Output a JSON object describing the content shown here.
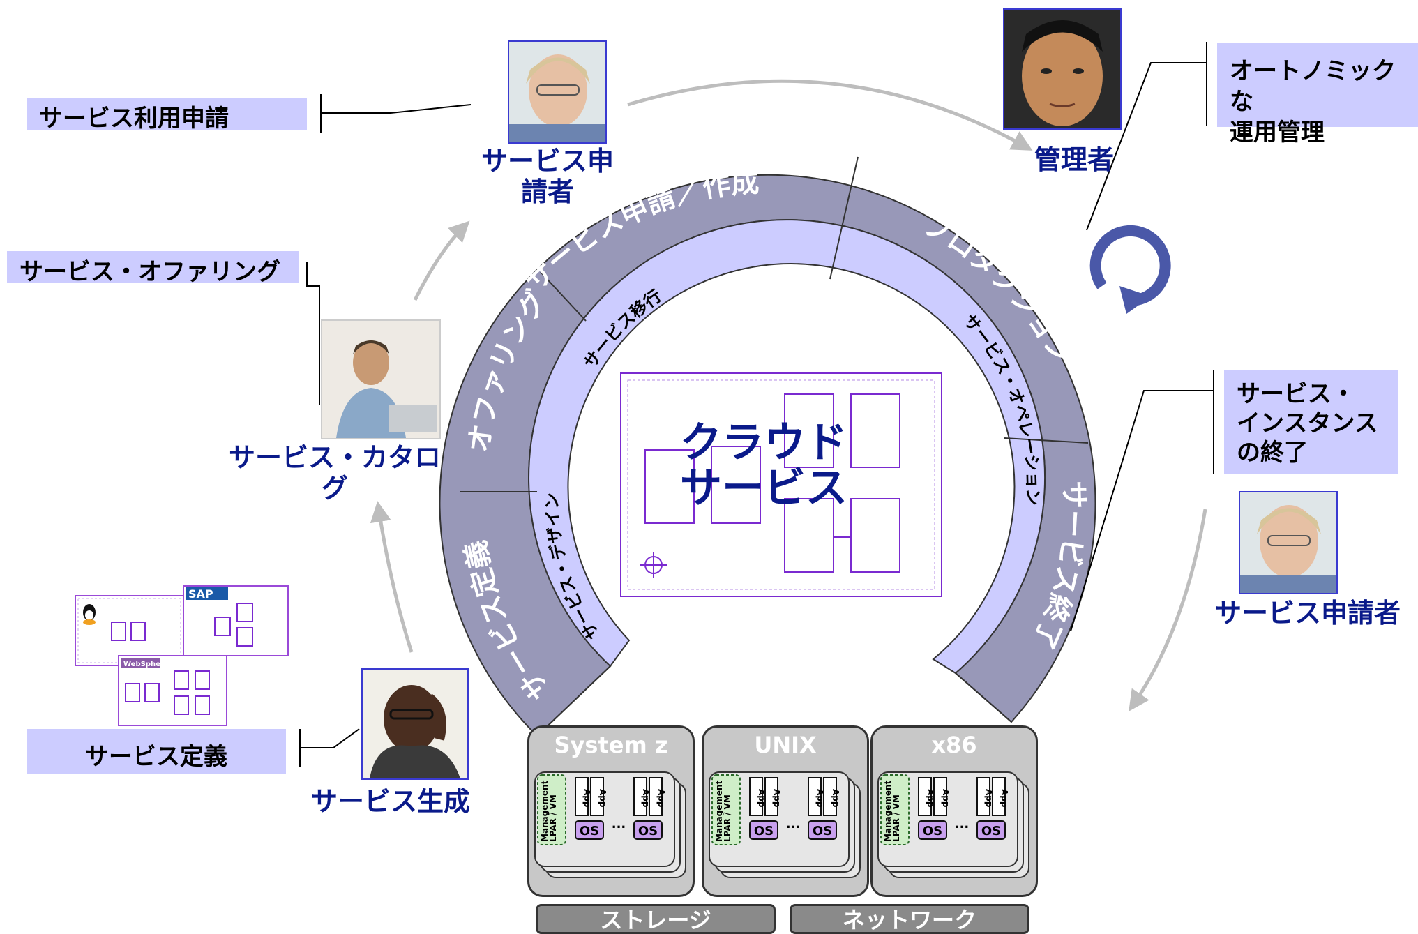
{
  "labels": {
    "service_request": "サービス利用申請",
    "service_offering": "サービス・オファリング",
    "service_definition": "サービス定義",
    "autonomic": [
      "オートノミックな",
      "運用管理"
    ],
    "instance_end": [
      "サービス・",
      "インスタンス",
      "の終了"
    ]
  },
  "roles": {
    "requester_top": [
      "サービス申",
      "請者"
    ],
    "admin": "管理者",
    "catalog": "サービス・カタログ",
    "generator": "サービス生成",
    "requester_right": "サービス申請者"
  },
  "ring": {
    "outer": {
      "request_create": "サービス申請／作成",
      "provisioning": "プロダクション",
      "offering": "オファリング",
      "definition": "サービス定義",
      "termination": "サービス終了"
    },
    "inner": {
      "migration": "サービス移行",
      "operation": "サービス・オペレーション",
      "design": "サービス・デザイン"
    }
  },
  "center": {
    "line1": "クラウド",
    "line2": "サービス"
  },
  "templates": {
    "sap": "SAP",
    "websphere": "WebSphere"
  },
  "platforms": [
    {
      "title": "System z",
      "mgmt": [
        "Management",
        "LPAR / VM"
      ],
      "app": "App",
      "os": "OS",
      "dots": "..."
    },
    {
      "title": "UNIX",
      "mgmt": [
        "Management",
        "LPAR / VM"
      ],
      "app": "App",
      "os": "OS",
      "dots": "..."
    },
    {
      "title": "x86",
      "mgmt": [
        "Management",
        "LPAR / VM"
      ],
      "app": "App",
      "os": "OS",
      "dots": "..."
    }
  ],
  "bottom": {
    "storage": "ストレージ",
    "network": "ネットワーク"
  },
  "colors": {
    "ring_outer": "#9898b8",
    "ring_inner": "#ccccff",
    "label_bg": "#ccccff",
    "role_text": "#0a1a8a",
    "accent_purple": "#7a2ad0"
  }
}
